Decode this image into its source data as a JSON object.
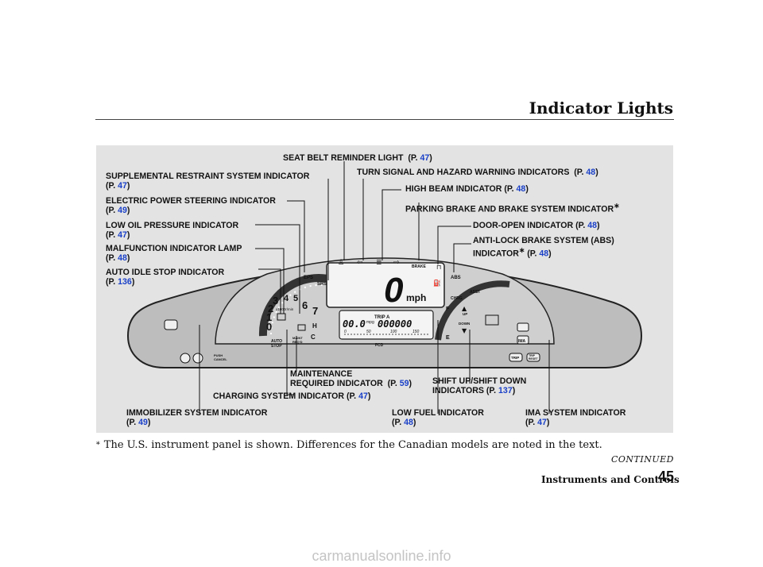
{
  "header": {
    "title": "Indicator Lights"
  },
  "labels": {
    "seat_belt": {
      "name": "SEAT BELT REMINDER LIGHT",
      "page": "47"
    },
    "turn_signal": {
      "name": "TURN SIGNAL AND HAZARD WARNING INDICATORS",
      "page": "48"
    },
    "high_beam": {
      "name": "HIGH BEAM INDICATOR",
      "page": "48"
    },
    "parking_brake": {
      "name": "PARKING BRAKE AND BRAKE SYSTEM INDICATOR"
    },
    "door_open": {
      "name": "DOOR-OPEN INDICATOR",
      "page": "48"
    },
    "abs": {
      "line1": "ANTI-LOCK BRAKE SYSTEM (ABS)",
      "line2": "INDICATOR",
      "page": "48"
    },
    "srs": {
      "name": "SUPPLEMENTAL RESTRAINT SYSTEM INDICATOR",
      "page": "47"
    },
    "eps": {
      "name": "ELECTRIC POWER STEERING INDICATOR",
      "page": "49"
    },
    "oil": {
      "name": "LOW OIL PRESSURE INDICATOR",
      "page": "47"
    },
    "mil": {
      "name": "MALFUNCTION INDICATOR LAMP",
      "page": "48"
    },
    "auto_idle": {
      "name": "AUTO IDLE STOP INDICATOR",
      "page": "136"
    },
    "maintenance": {
      "line1": "MAINTENANCE",
      "line2": "REQUIRED INDICATOR",
      "page": "59"
    },
    "charging": {
      "name": "CHARGING SYSTEM INDICATOR",
      "page": "47"
    },
    "shift": {
      "line1": "SHIFT UP/SHIFT DOWN",
      "line2": "INDICATORS",
      "page": "137"
    },
    "immobilizer": {
      "name": "IMMOBILIZER SYSTEM INDICATOR",
      "page": "49"
    },
    "low_fuel": {
      "name": "LOW FUEL INDICATOR",
      "page": "48"
    },
    "ima": {
      "name": "IMA SYSTEM INDICATOR",
      "page": "47"
    }
  },
  "page_prefix": "(P.",
  "page_suffix": ")",
  "asterisk": "∗",
  "panel": {
    "speed": "0",
    "speed_unit": "mph",
    "trip_label": "TRIP A",
    "trip_value": "000000",
    "mpg_value": "00.0",
    "mpg_unit": "mpg",
    "fcd_label": "FCD",
    "fcd_scale": [
      "0",
      "50",
      "100",
      "150"
    ],
    "tach_numbers": [
      "0",
      "1",
      "2",
      "3",
      "4",
      "5",
      "6",
      "7"
    ],
    "tach_unit": "x1000r/min",
    "eps": "EPS",
    "srs": "SRS",
    "brake": "BRAKE",
    "abs": "ABS",
    "chrg": "CHRG",
    "asst": "ASST",
    "up": "UP",
    "down": "DOWN",
    "auto_stop": [
      "AUTO",
      "STOP"
    ],
    "maint_req": [
      "MAINT",
      "REQ'D"
    ],
    "push_cancel": [
      "PUSH",
      "CANCEL"
    ],
    "fuel_full": "F",
    "fuel_empty": "E",
    "temp_hot": "H",
    "temp_cold": "C",
    "ima": "IMA",
    "trip_btn": "TRIP",
    "trip_reset": [
      "TRIP",
      "RESET"
    ]
  },
  "footnote": "The U.S. instrument panel is shown. Differences for the Canadian models are noted in the text.",
  "continued": "CONTINUED",
  "footer": {
    "section": "Instruments and Controls",
    "page_number": "45"
  },
  "watermark": "carmanualsonline.info",
  "colors": {
    "page_ref": "#1a40c8",
    "figure_bg": "#e3e3e3"
  }
}
